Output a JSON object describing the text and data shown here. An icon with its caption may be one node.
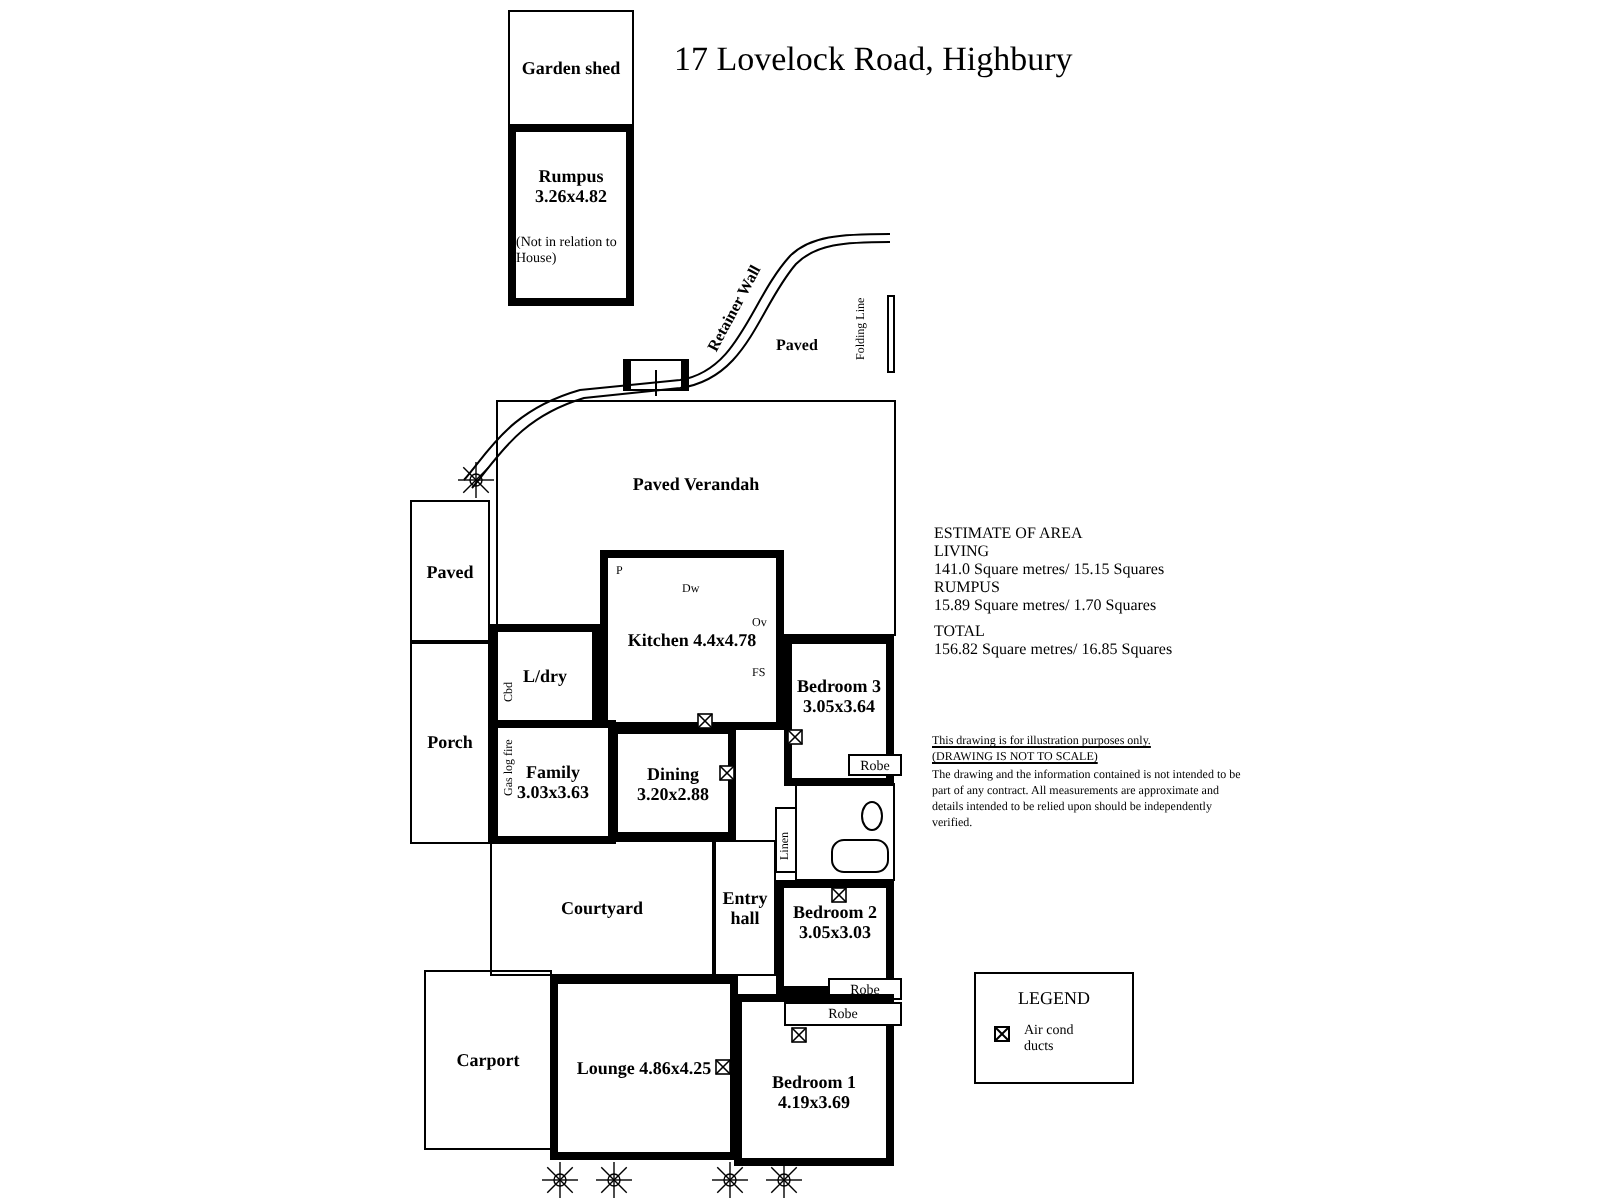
{
  "diagram": {
    "title": "17 Lovelock Road, Highbury",
    "nodes": [
      {
        "text": [
          "Garden shed"
        ]
      },
      {
        "text": [
          "Rumpus 3.26x4.82",
          "(Not in relation to House)"
        ]
      },
      {
        "text": [
          "Paved Verandah"
        ]
      },
      {
        "text": [
          "Paved"
        ]
      },
      {
        "text": [
          "Kitchen 4.4x4.78"
        ]
      },
      {
        "text": [
          "L/dry"
        ]
      },
      {
        "text": [
          "Bedroom 3 3.05x3.64"
        ]
      },
      {
        "text": [
          "Porch"
        ]
      },
      {
        "text": [
          "Family 3.03x3.63"
        ]
      },
      {
        "text": [
          "Dining 3.20x2.88"
        ]
      },
      {
        "text": [
          "Courtyard"
        ]
      },
      {
        "text": [
          "Entry hall"
        ]
      },
      {
        "text": [
          "Bedroom 2 3.05x3.03"
        ]
      },
      {
        "text": [
          "Carport"
        ]
      },
      {
        "text": [
          "Lounge 4.86x4.25"
        ]
      },
      {
        "text": [
          "Bedroom 1 4.19x3.69"
        ]
      },
      {
        "text": [
          "Robe"
        ],
        "in": 6
      },
      {
        "text": [
          "Robe"
        ],
        "in": 12
      },
      {
        "text": [
          "Robe"
        ],
        "in": 15
      }
    ],
    "labels": [
      "Paved",
      "Retainer Wall",
      "Folding Line",
      "P",
      "Dw",
      "Ov",
      "FS",
      "Cbd",
      "Gas log fire",
      "Linen",
      "ESTIMATE OF AREA",
      "LIVING",
      "141.0 Square metres/ 15.15 Squares",
      "RUMPUS",
      "15.89 Square metres/ 1.70 Squares",
      "TOTAL",
      "156.82 Square metres/ 16.85 Squares",
      "This drawing is for illustration purposes only.",
      "(DRAWING IS NOT TO SCALE)",
      "The drawing and the information contained is not intended to be part of any contract. All measurements are approximate and details intended to be relied upon should be independently verified.",
      "LEGEND"
    ],
    "legend": [
      {
        "text": "Air cond ducts"
      }
    ]
  }
}
